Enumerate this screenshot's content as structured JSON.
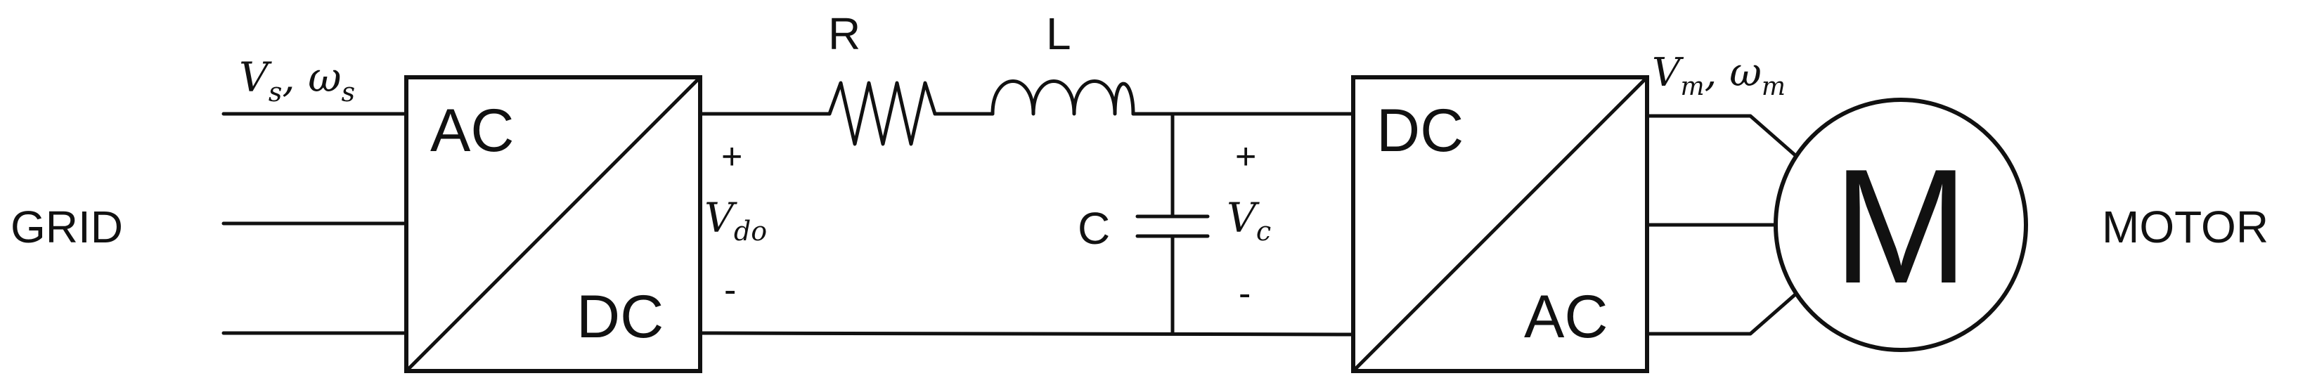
{
  "grid_label": "GRID",
  "motor_label": "MOTOR",
  "motor_symbol": "M",
  "rectifier": {
    "top": "AC",
    "bottom": "DC"
  },
  "inverter": {
    "top": "DC",
    "bottom": "AC"
  },
  "resistor_label": "R",
  "inductor_label": "L",
  "capacitor_label": "C",
  "source": {
    "v": "V",
    "v_sub": "s",
    "sep": ", ",
    "w": "ω",
    "w_sub": "s"
  },
  "motor_side": {
    "v": "V",
    "v_sub": "m",
    "sep": ", ",
    "w": "ω",
    "w_sub": "m"
  },
  "vdo": {
    "v": "V",
    "v_sub": "do",
    "plus": "+",
    "minus": "-"
  },
  "vc": {
    "v": "V",
    "v_sub": "c",
    "plus": "+",
    "minus": "-"
  }
}
